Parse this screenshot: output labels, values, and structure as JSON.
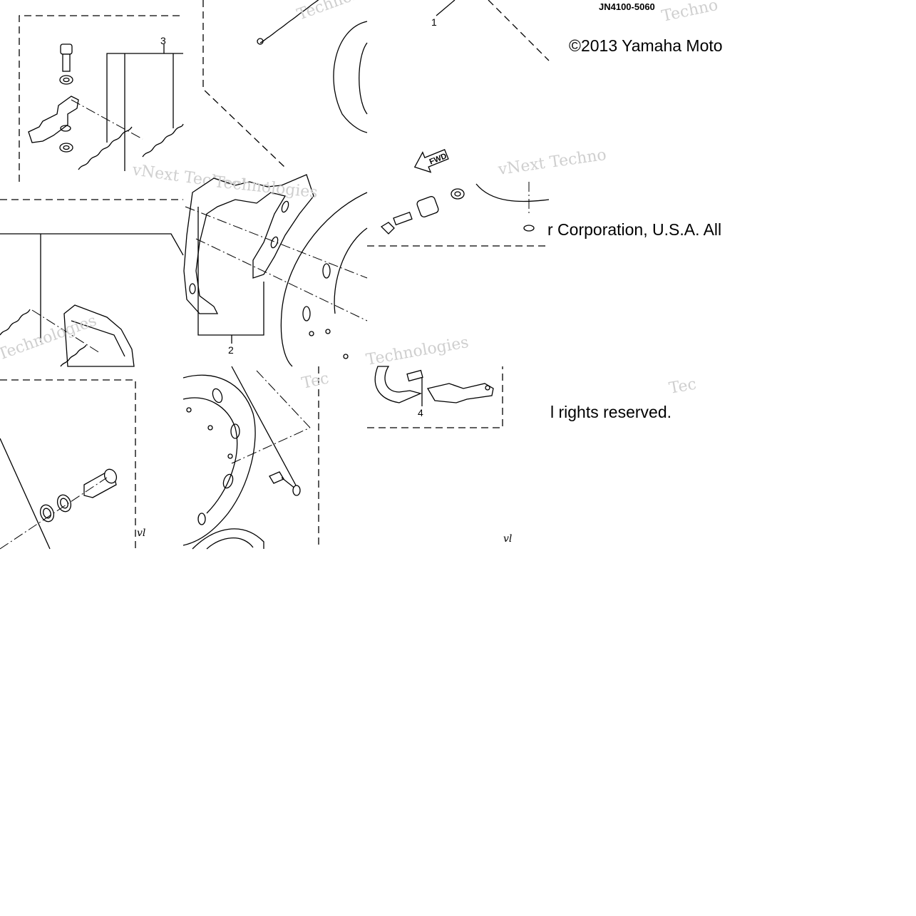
{
  "diagram": {
    "part_code": "JN4100-5060",
    "copyright_line_1": "©2013 Yamaha Moto",
    "copyright_line_2": "r Corporation, U.S.A. All",
    "copyright_line_3": "l rights reserved.",
    "fwd_arrow_label": "FWD",
    "callouts": [
      "1",
      "2",
      "3",
      "4"
    ],
    "watermarks": [
      "vNext Technologies",
      "Technologies",
      "Techno",
      "vNext Techno",
      "Tec"
    ],
    "version_marks": [
      "vl",
      "vl"
    ]
  }
}
